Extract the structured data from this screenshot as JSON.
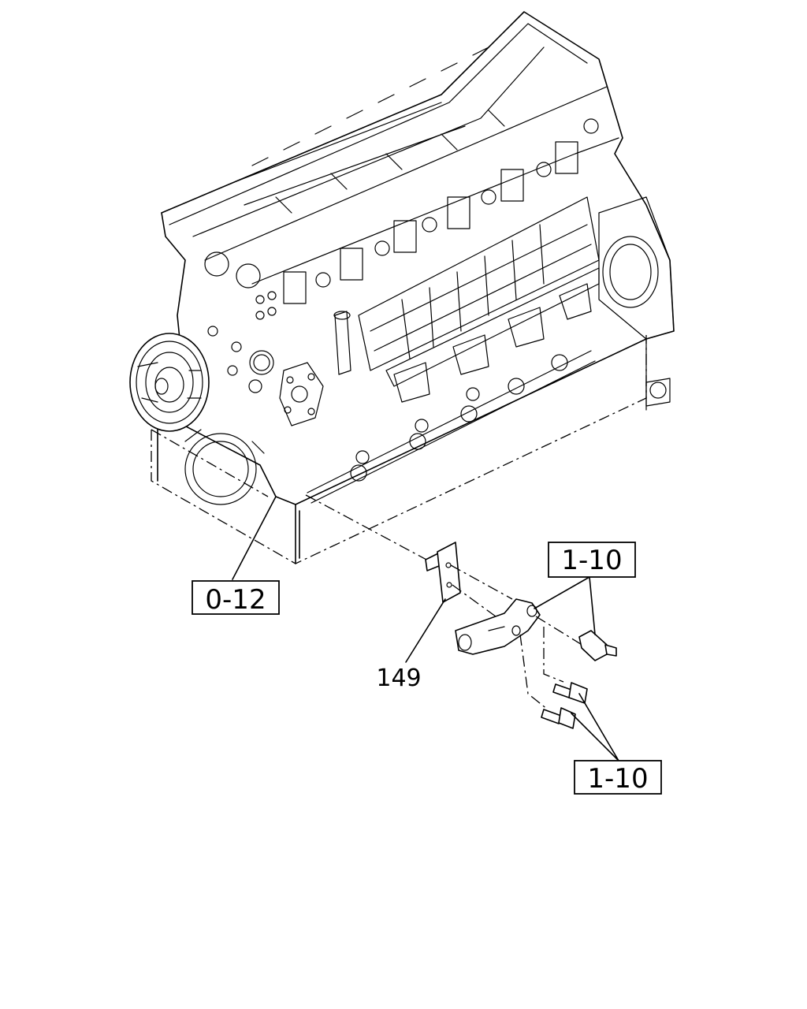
{
  "callouts": {
    "engine_ref": "0-12",
    "bracket_ref": "149",
    "upper_fastener_ref": "1-10",
    "lower_bolts_ref": "1-10"
  }
}
